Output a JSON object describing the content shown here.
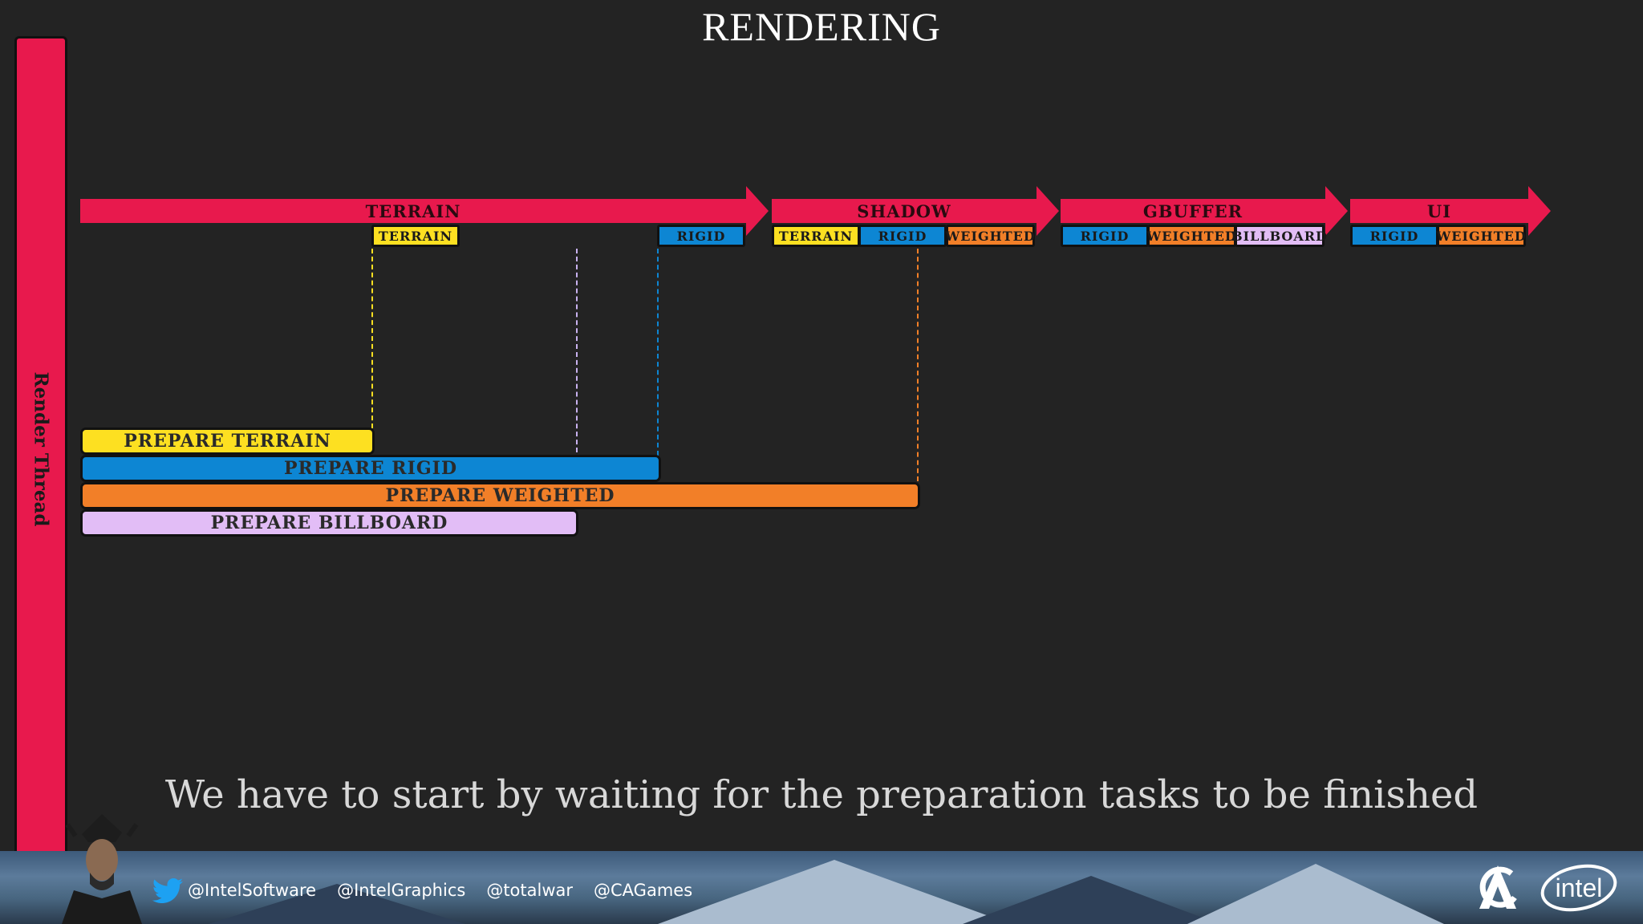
{
  "title": "RENDERING",
  "thread_label": "Render Thread",
  "phases": [
    {
      "label": "TERRAIN"
    },
    {
      "label": "SHADOW"
    },
    {
      "label": "GBUFFER"
    },
    {
      "label": "UI"
    }
  ],
  "tasks": {
    "terrain_phase": [
      "TERRAIN",
      "RIGID"
    ],
    "shadow_phase": [
      "TERRAIN",
      "RIGID",
      "WEIGHTED"
    ],
    "gbuffer_phase": [
      "RIGID",
      "WEIGHTED",
      "BILLBOARD"
    ],
    "ui_phase": [
      "RIGID",
      "WEIGHTED"
    ]
  },
  "prepare_tasks": [
    {
      "label": "PREPARE TERRAIN",
      "color": "#fde021"
    },
    {
      "label": "PREPARE RIGID",
      "color": "#0d86d3"
    },
    {
      "label": "PREPARE WEIGHTED",
      "color": "#f27f28"
    },
    {
      "label": "PREPARE BILLBOARD",
      "color": "#e2bdf6"
    }
  ],
  "subtitle": "We have to start by waiting for the preparation tasks to be finished",
  "footer": {
    "handles": [
      "@IntelSoftware",
      "@IntelGraphics",
      "@totalwar",
      "@CAGames"
    ],
    "intel_logo_text": "intel"
  },
  "colors": {
    "background": "#232323",
    "accent": "#e8194d",
    "terrain": "#fde021",
    "rigid": "#0d86d3",
    "weighted": "#f27f28",
    "billboard": "#e2bdf6"
  },
  "icons": [
    "twitter-icon",
    "creative-assembly-logo",
    "intel-logo"
  ]
}
